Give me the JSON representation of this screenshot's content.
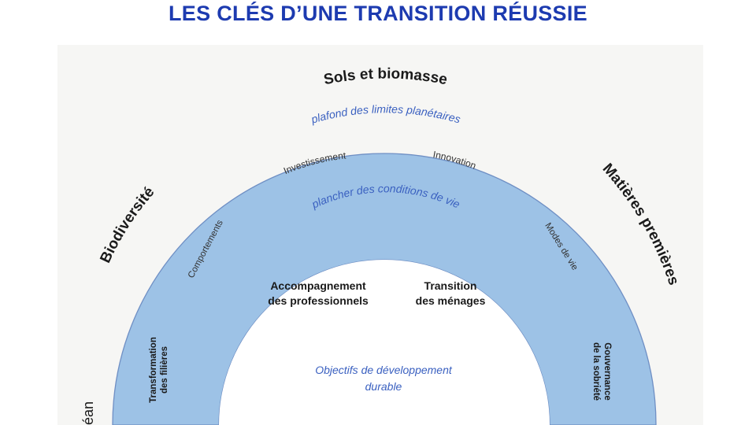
{
  "title": "LES CLÉS D’UNE TRANSITION RÉUSSIE",
  "diagram": {
    "outer_labels": {
      "top": "Sols et biomasse",
      "left": "Biodiversité",
      "right": "Matières premières",
      "bottom_left_partial": "éan"
    },
    "boundaries": {
      "ceiling": "plafond des limites planétaires",
      "floor": "plancher des conditions de vie"
    },
    "ring_labels": {
      "investissement": "Investissement",
      "innovation": "Innovation",
      "comportements": "Comportements",
      "modes_de_vie": "Modes de vie",
      "transformation_line1": "Transformation",
      "transformation_line2": "des filières",
      "gouvernance_line1": "Gouvernance",
      "gouvernance_line2": "de la sobriété"
    },
    "inner_labels": {
      "accompagnement_line1": "Accompagnement",
      "accompagnement_line2": "des professionnels",
      "transition_line1": "Transition",
      "transition_line2": "des ménages",
      "objectifs_line1": "Objectifs de développement",
      "objectifs_line2": "durable"
    },
    "colors": {
      "ring_fill": "#9dc2e6",
      "ring_stroke": "#6f8fc4",
      "accent_text": "#3a60c0",
      "title": "#1d3bb0",
      "panel": "#f6f6f4"
    }
  }
}
